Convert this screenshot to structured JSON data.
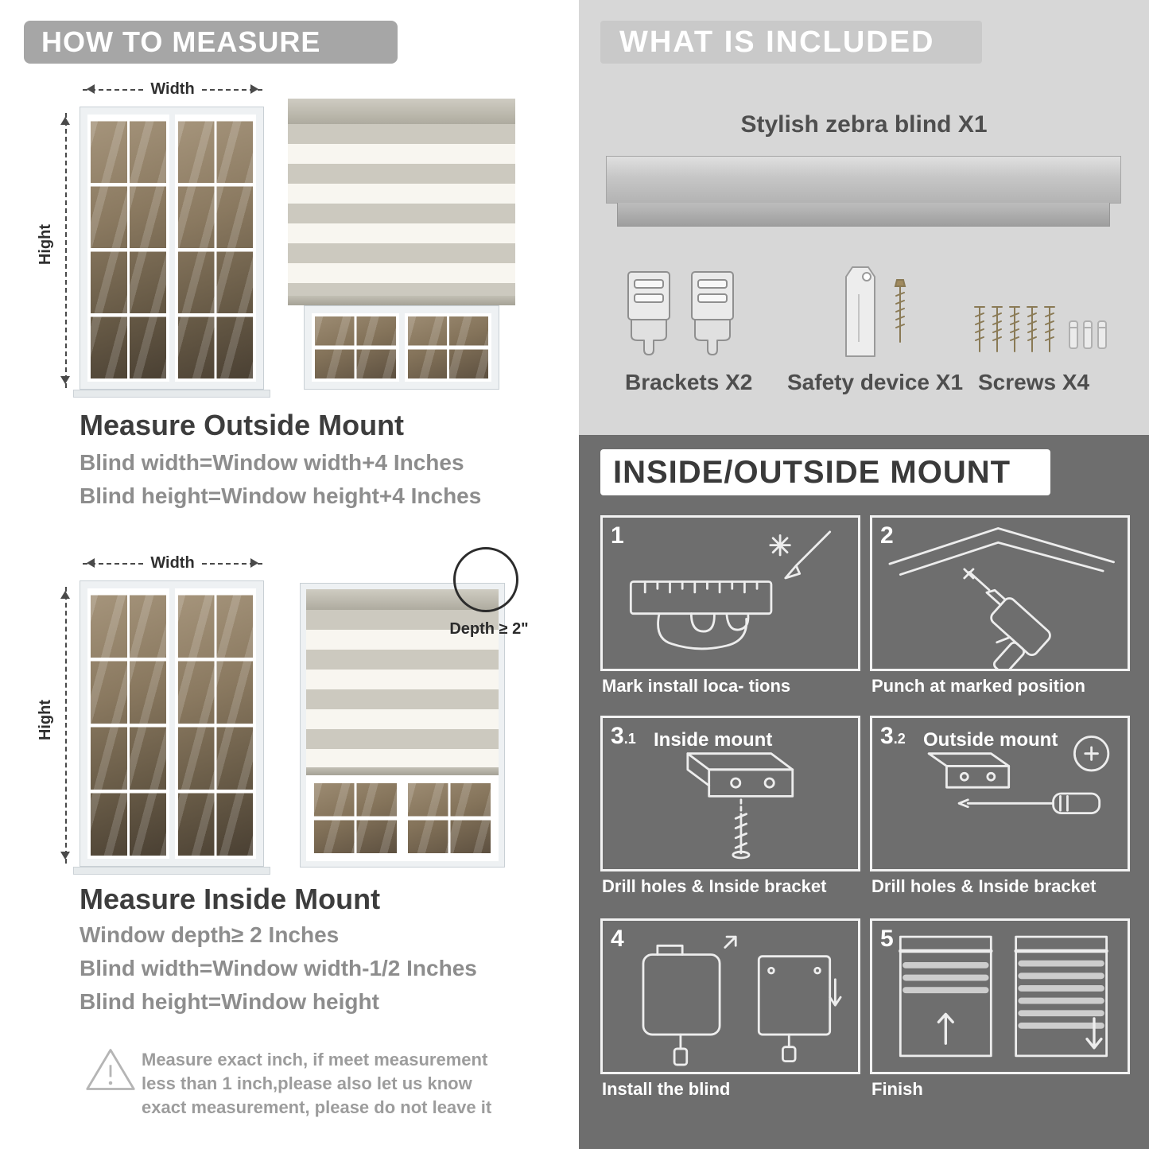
{
  "colors": {
    "howto_header_bg": "#a6a6a6",
    "included_section_bg": "#d7d7d7",
    "included_header_bg": "#c9c9c9",
    "mount_section_bg": "#6e6e6e",
    "body_text_gray": "#8d8d8d"
  },
  "left": {
    "header": "HOW TO MEASURE",
    "outside": {
      "width_label": "Width",
      "height_label": "Hight",
      "title": "Measure Outside Mount",
      "line1": "Blind width=Window width+4 Inches",
      "line2": "Blind height=Window height+4 Inches"
    },
    "inside": {
      "width_label": "Width",
      "height_label": "Hight",
      "depth_label": "Depth ≥ 2\"",
      "title": "Measure Inside Mount",
      "line1": "Window depth≥ 2 Inches",
      "line2": "Blind width=Window width-1/2 Inches",
      "line3": "Blind height=Window height"
    },
    "note": "Measure exact inch, if meet measurement less than 1 inch,please also let us know exact measurement, please do not leave it"
  },
  "right": {
    "included": {
      "header": "WHAT IS INCLUDED",
      "blind_label": "Stylish zebra blind X1",
      "items": [
        {
          "label": "Brackets X2",
          "icon": "brackets-icon"
        },
        {
          "label": "Safety device X1",
          "icon": "safety-device-icon"
        },
        {
          "label": "Screws X4",
          "icon": "screws-icon"
        }
      ]
    },
    "mount": {
      "header": "INSIDE/OUTSIDE MOUNT",
      "steps": [
        {
          "num": "1",
          "sub": "",
          "label": "",
          "caption": "Mark install loca- tions"
        },
        {
          "num": "2",
          "sub": "",
          "label": "",
          "caption": "Punch at  marked position"
        },
        {
          "num": "3",
          "sub": ".1",
          "label": "Inside mount",
          "caption": "Drill holes &  Inside bracket"
        },
        {
          "num": "3",
          "sub": ".2",
          "label": "Outside mount",
          "caption": "Drill holes &  Inside bracket"
        },
        {
          "num": "4",
          "sub": "",
          "label": "",
          "caption": "Install the blind"
        },
        {
          "num": "5",
          "sub": "",
          "label": "",
          "caption": "Finish"
        }
      ]
    }
  }
}
